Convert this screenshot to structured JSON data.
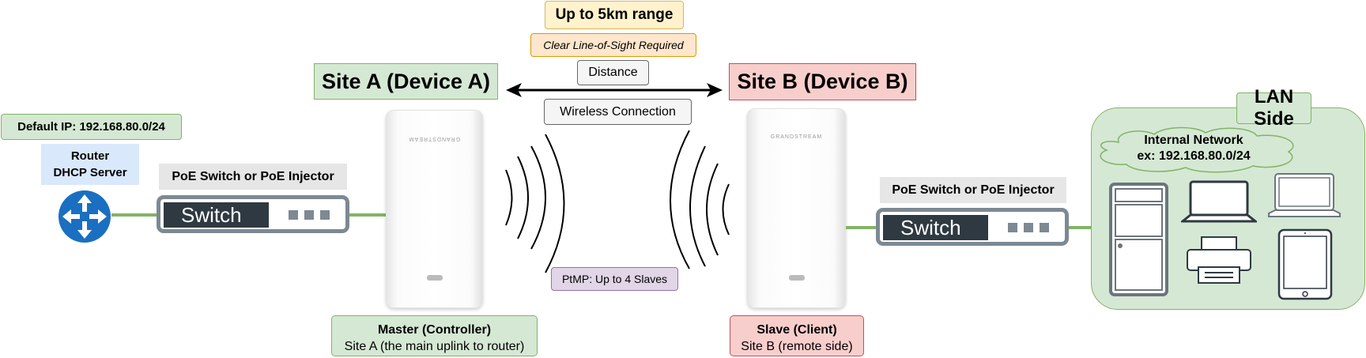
{
  "range": {
    "title": "Up to 5km range",
    "note": "Clear Line-of-Sight Required"
  },
  "distance_label": "Distance",
  "wireless_label": "Wireless Connection",
  "site_a": {
    "title": "Site A (Device A)",
    "role": "Master (Controller)",
    "desc": "Site A (the main uplink to router)"
  },
  "site_b": {
    "title": "Site B (Device B)",
    "role": "Slave (Client)",
    "desc": "Site B (remote side)"
  },
  "ptmp_label": "PtMP: Up to 4 Slaves",
  "default_ip": "Default IP: 192.168.80.0/24",
  "router": {
    "line1": "Router",
    "line2": "DHCP Server"
  },
  "poe_label_a": "PoE Switch or PoE Injector",
  "poe_label_b": "PoE Switch or PoE Injector",
  "switch_text": "Switch",
  "ap_brand": "GRANDSTREAM",
  "lan": {
    "title": "LAN Side",
    "net_line1": "Internal Network",
    "net_line2": "ex: 192.168.80.0/24"
  },
  "colors": {
    "line": "#82b366",
    "router": "#1a6fc1"
  }
}
